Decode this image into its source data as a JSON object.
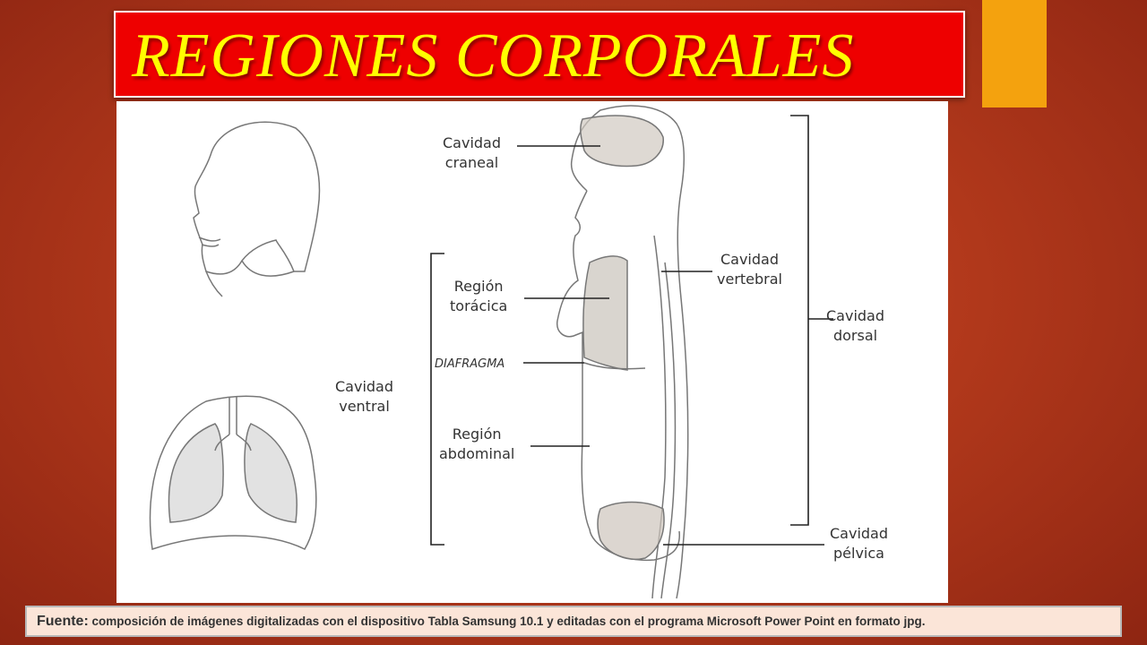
{
  "title": "REGIONES CORPORALES",
  "labels": {
    "cavidad_craneal": "Cavidad\ncraneal",
    "cavidad_vertebral": "Cavidad\nvertebral",
    "cavidad_dorsal": "Cavidad\ndorsal",
    "region_toracica": "Región\ntorácica",
    "diafragma": "DIAFRAGMA",
    "cavidad_ventral": "Cavidad\nventral",
    "region_abdominal": "Región\nabdominal",
    "cavidad_pelvica": "Cavidad\npélvica"
  },
  "footer": {
    "prefix": "Fuente:",
    "text": " composición de imágenes digitalizadas con el dispositivo Tabla Samsung 10.1  y editadas con el programa Microsoft Power Point en formato jpg."
  },
  "colors": {
    "background": "#b43a1c",
    "title_box": "#ee0000",
    "title_text": "#ffff00",
    "accent_square": "#f4a20e",
    "footer_bg": "#fbe5d8"
  }
}
